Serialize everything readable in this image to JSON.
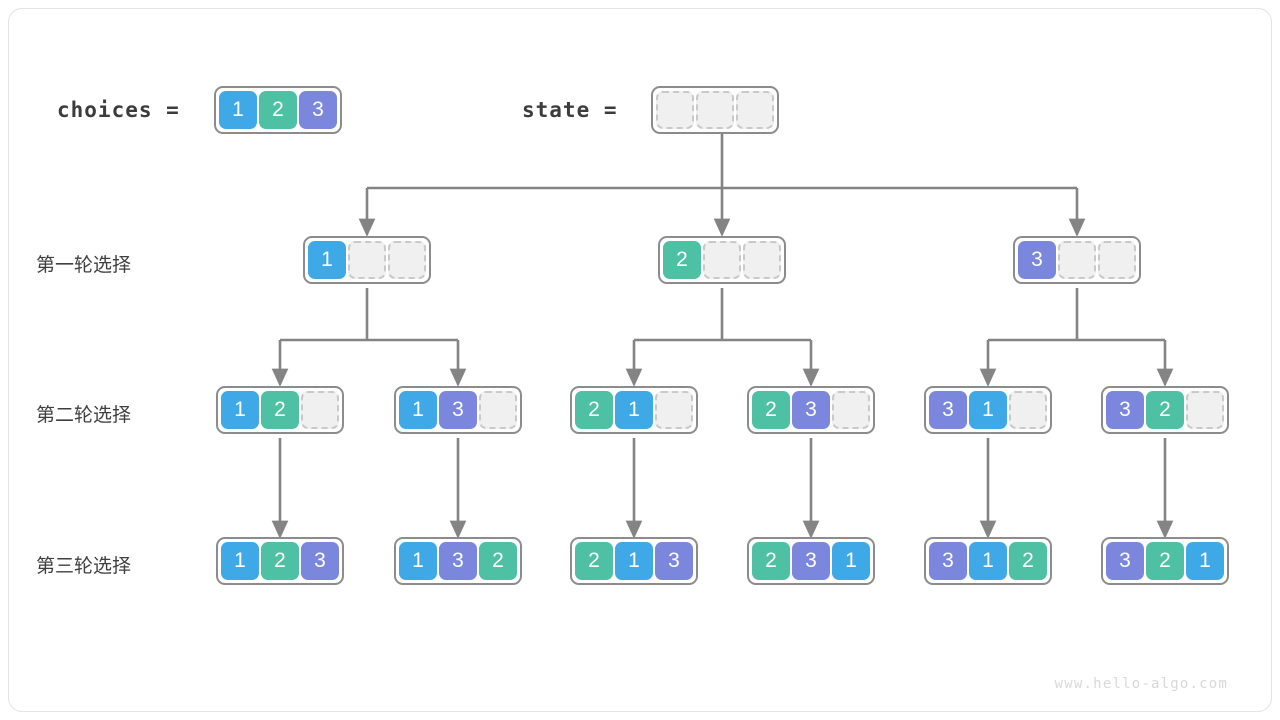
{
  "meta": {
    "watermark": "www.hello-algo.com",
    "colors": {
      "value_1": "#3fa9e8",
      "value_2": "#4ec0a4",
      "value_3": "#7b87dd",
      "empty_fill": "#f0f0f0",
      "empty_border": "#c9c9c9",
      "box_border": "#8c8c8c",
      "wire": "#848484",
      "frame_border": "#e3e3e3",
      "text": "#3c3c3c"
    }
  },
  "header": {
    "choices_label": "choices =",
    "choices_values": [
      "1",
      "2",
      "3"
    ],
    "state_label": "state =",
    "state_values": [
      "",
      "",
      ""
    ]
  },
  "rows": [
    {
      "label": "第一轮选择",
      "groups": [
        {
          "cells": [
            "1",
            "",
            ""
          ]
        },
        {
          "cells": [
            "2",
            "",
            ""
          ]
        },
        {
          "cells": [
            "3",
            "",
            ""
          ]
        }
      ]
    },
    {
      "label": "第二轮选择",
      "groups": [
        {
          "cells": [
            "1",
            "2",
            ""
          ]
        },
        {
          "cells": [
            "1",
            "3",
            ""
          ]
        },
        {
          "cells": [
            "2",
            "1",
            ""
          ]
        },
        {
          "cells": [
            "2",
            "3",
            ""
          ]
        },
        {
          "cells": [
            "3",
            "1",
            ""
          ]
        },
        {
          "cells": [
            "3",
            "2",
            ""
          ]
        }
      ]
    },
    {
      "label": "第三轮选择",
      "groups": [
        {
          "cells": [
            "1",
            "2",
            "3"
          ]
        },
        {
          "cells": [
            "1",
            "3",
            "2"
          ]
        },
        {
          "cells": [
            "2",
            "1",
            "3"
          ]
        },
        {
          "cells": [
            "2",
            "3",
            "1"
          ]
        },
        {
          "cells": [
            "3",
            "1",
            "2"
          ]
        },
        {
          "cells": [
            "3",
            "2",
            "1"
          ]
        }
      ]
    }
  ]
}
